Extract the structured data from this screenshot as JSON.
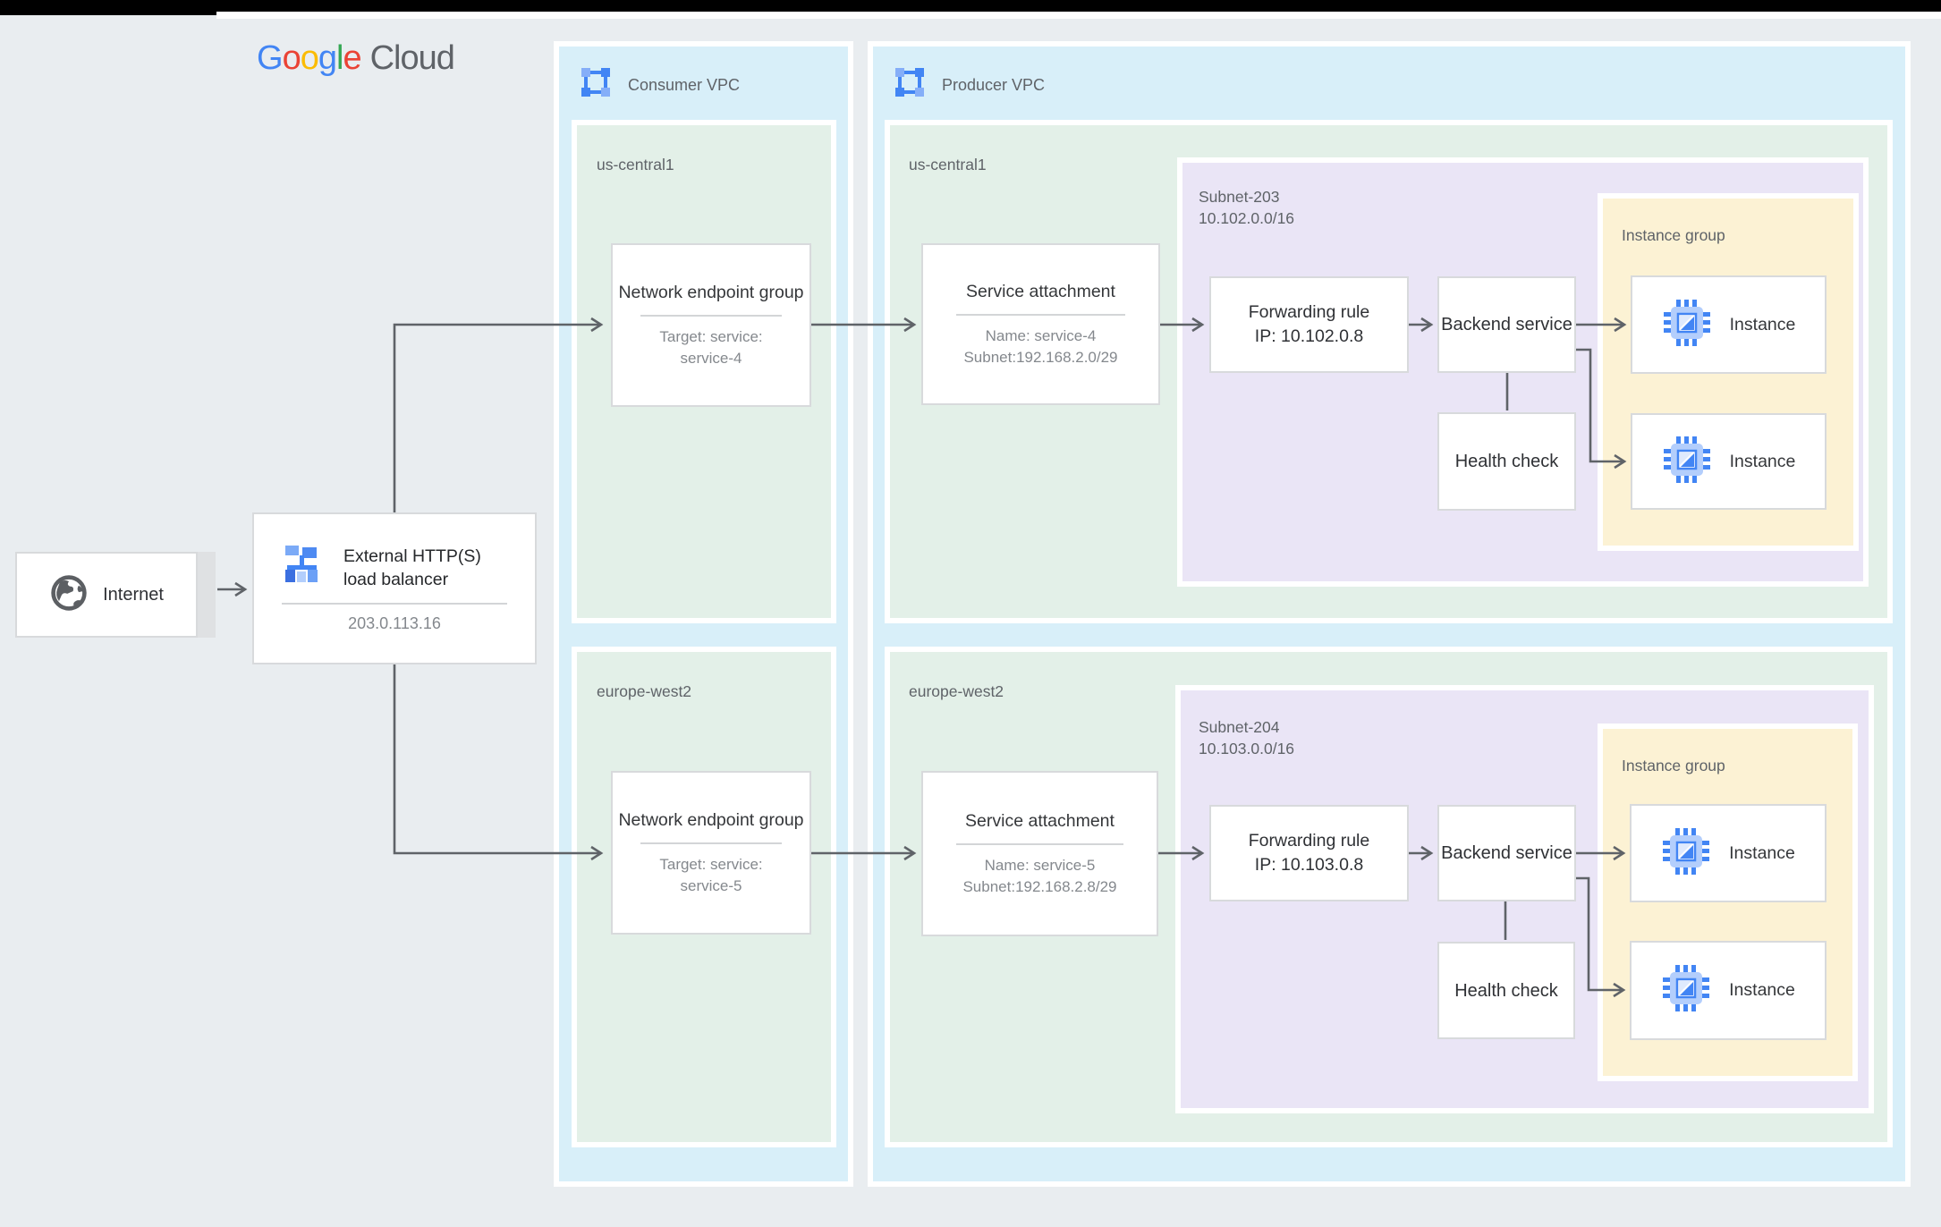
{
  "colors": {
    "canvas_bg": "#e9edf0",
    "vpc_fill": "#d8eff9",
    "region_fill": "#e3f0e8",
    "subnet_fill": "#eae5f6",
    "instance_group_fill": "#fcf2d4",
    "card_border": "#d8dadc",
    "connector": "#5f6368",
    "text_dark": "#3c4043",
    "text_gray": "#84888d",
    "label_gray": "#5f6368",
    "google_blue": "#4285f4",
    "google_red": "#ea4335",
    "google_yellow": "#fbbc04",
    "google_green": "#34a853"
  },
  "google_logo": {
    "letters": [
      "G",
      "o",
      "o",
      "g",
      "l",
      "e"
    ],
    "suffix": "Cloud"
  },
  "internet": {
    "label": "Internet",
    "icon": "globe-icon"
  },
  "load_balancer": {
    "title_line1": "External HTTP(S)",
    "title_line2": "load balancer",
    "ip": "203.0.113.16",
    "icon": "load-balancer-icon"
  },
  "consumer_vpc": {
    "title": "Consumer VPC",
    "icon": "vpc-network-icon",
    "regions": [
      {
        "name": "us-central1",
        "neg": {
          "title": "Network endpoint group",
          "target_line1": "Target: service:",
          "target_line2": "service-4"
        }
      },
      {
        "name": "europe-west2",
        "neg": {
          "title": "Network endpoint group",
          "target_line1": "Target: service:",
          "target_line2": "service-5"
        }
      }
    ]
  },
  "producer_vpc": {
    "title": "Producer VPC",
    "icon": "vpc-network-icon",
    "regions": [
      {
        "name": "us-central1",
        "service_attachment": {
          "title": "Service attachment",
          "name": "Name: service-4",
          "subnet": "Subnet:192.168.2.0/29"
        },
        "subnet": {
          "name": "Subnet-203",
          "cidr": "10.102.0.0/16",
          "forwarding_rule": {
            "title": "Forwarding rule",
            "ip": "IP: 10.102.0.8"
          },
          "backend_service": "Backend service",
          "health_check": "Health check",
          "instance_group": {
            "title": "Instance group",
            "instances": [
              {
                "label": "Instance",
                "icon": "compute-chip-icon"
              },
              {
                "label": "Instance",
                "icon": "compute-chip-icon"
              }
            ]
          }
        }
      },
      {
        "name": "europe-west2",
        "service_attachment": {
          "title": "Service attachment",
          "name": "Name: service-5",
          "subnet": "Subnet:192.168.2.8/29"
        },
        "subnet": {
          "name": "Subnet-204",
          "cidr": "10.103.0.0/16",
          "forwarding_rule": {
            "title": "Forwarding rule",
            "ip": "IP: 10.103.0.8"
          },
          "backend_service": "Backend service",
          "health_check": "Health check",
          "instance_group": {
            "title": "Instance group",
            "instances": [
              {
                "label": "Instance",
                "icon": "compute-chip-icon"
              },
              {
                "label": "Instance",
                "icon": "compute-chip-icon"
              }
            ]
          }
        }
      }
    ]
  }
}
